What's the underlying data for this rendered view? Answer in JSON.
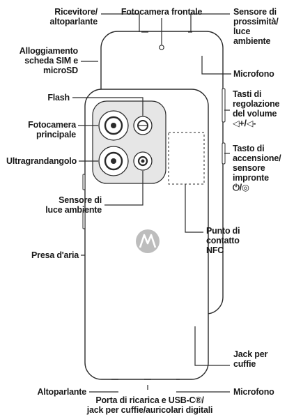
{
  "labels": {
    "ricevitore": "Ricevitore/\naltoparlante",
    "fotocamera_frontale": "Fotocamera frontale",
    "sensore_prossimita": "Sensore di\nprossimità/\nluce\nambiente",
    "alloggiamento_sim": "Alloggiamento\nscheda SIM e\nmicroSD",
    "microfono_top": "Microfono",
    "flash": "Flash",
    "tasti_volume": "Tasti di\nregolazione\ndel volume\n◁+/◁-",
    "fotocamera_principale": "Fotocamera\nprincipale",
    "tasto_accensione": "Tasto di\naccensione/\nsensore\nimpronte\n⏻/◎",
    "ultragrandangolo": "Ultragrandangolo",
    "sensore_luce": "Sensore di\nluce ambiente",
    "nfc": "Punto di\ncontatto\nNFC",
    "presa_aria": "Presa d'aria",
    "jack_cuffie": "Jack per\ncuffie",
    "altoparlante": "Altoparlante",
    "microfono_bottom": "Microfono",
    "porta_ricarica": "Porta di ricarica e USB-C®/\njack per cuffie/auricolari digitali"
  },
  "colors": {
    "line": "#2a2a2a",
    "phone_fill": "#ffffff",
    "camera_fill": "#e6e6e6",
    "logo": "#bdbdbd"
  },
  "icons": [
    "motorola-logo-icon",
    "volume-icon",
    "power-icon",
    "fingerprint-icon"
  ]
}
